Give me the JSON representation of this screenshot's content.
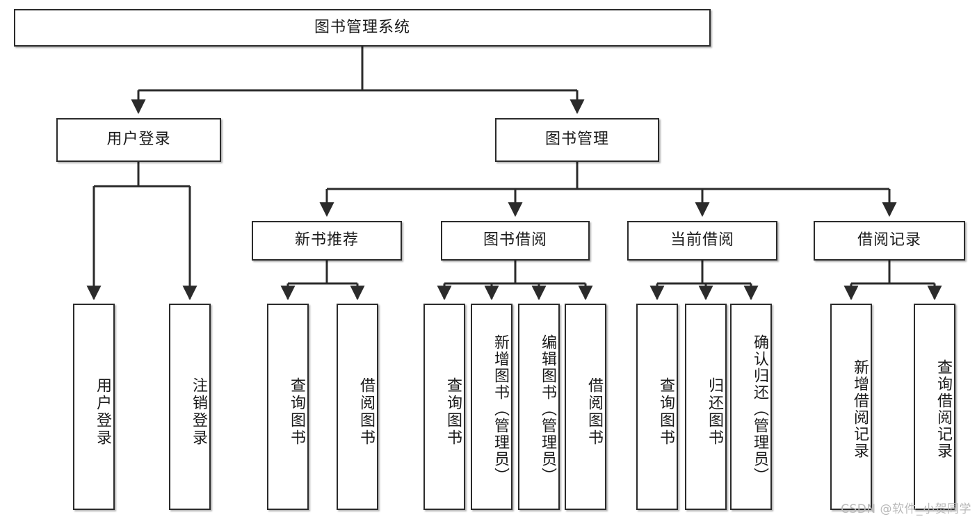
{
  "diagram": {
    "title": "图书管理系统",
    "type": "tree-diagram",
    "nodes": {
      "root": {
        "label": "图书管理系统"
      },
      "level2": [
        {
          "id": "user-login",
          "label": "用户登录"
        },
        {
          "id": "book-management",
          "label": "图书管理"
        }
      ],
      "level3": [
        {
          "id": "new-book-recommend",
          "label": "新书推荐"
        },
        {
          "id": "book-borrow",
          "label": "图书借阅"
        },
        {
          "id": "current-borrow",
          "label": "当前借阅"
        },
        {
          "id": "borrow-record",
          "label": "借阅记录"
        }
      ],
      "leaves": {
        "user_login": [
          {
            "id": "leaf-user-login",
            "label": "用户登录"
          },
          {
            "id": "leaf-logout",
            "label": "注销登录"
          }
        ],
        "new_book_recommend": [
          {
            "id": "leaf-query-book-1",
            "label": "查询图书"
          },
          {
            "id": "leaf-borrow-book-1",
            "label": "借阅图书"
          }
        ],
        "book_borrow": [
          {
            "id": "leaf-query-book-2",
            "label": "查询图书"
          },
          {
            "id": "leaf-add-book",
            "label": "新增图书（管理员）"
          },
          {
            "id": "leaf-edit-book",
            "label": "编辑图书（管理员）"
          },
          {
            "id": "leaf-borrow-book-2",
            "label": "借阅图书"
          }
        ],
        "current_borrow": [
          {
            "id": "leaf-query-book-3",
            "label": "查询图书"
          },
          {
            "id": "leaf-return-book",
            "label": "归还图书"
          },
          {
            "id": "leaf-confirm-return",
            "label": "确认归还（管理员）"
          }
        ],
        "borrow_record": [
          {
            "id": "leaf-add-record",
            "label": "新增借阅记录"
          },
          {
            "id": "leaf-query-record",
            "label": "查询借阅记录"
          }
        ]
      }
    },
    "colors": {
      "border": "#2b2b2b",
      "fill": "#ffffff",
      "text": "#1a1a1a",
      "watermark": "#b9b9b9"
    }
  },
  "watermark": {
    "text": "CSDN @软件_小贺同学"
  }
}
